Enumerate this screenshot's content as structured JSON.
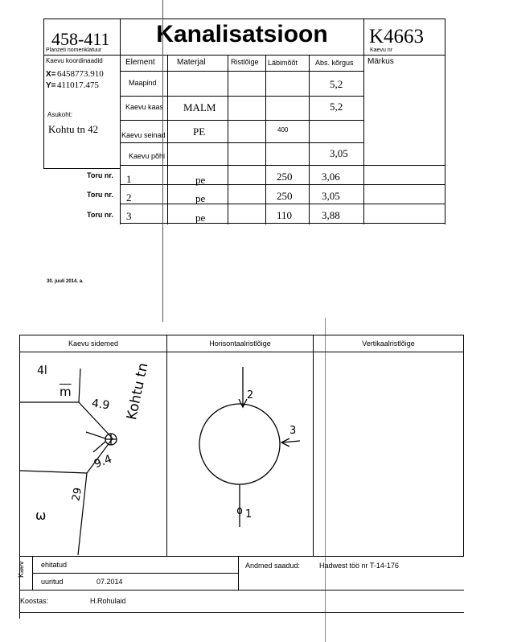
{
  "header": {
    "nomenclature_number": "458-411",
    "nomenclature_label": "Planzeti nomenklatuur",
    "title": "Kanalisatsioon",
    "well_number": "K4663",
    "well_number_label": "Kaevu nr"
  },
  "left_panel": {
    "coord_label": "Kaevu koordinaadid",
    "x_label": "X=",
    "x_value": "6458773.910",
    "y_label": "Y=",
    "y_value": "411017.475",
    "location_label": "Asukoht:",
    "location_value": "Kohtu tn 42"
  },
  "table": {
    "headers": [
      "Element",
      "Materjal",
      "Ristlõige",
      "Läbimõõt",
      "Abs. kõrgus"
    ],
    "remarks_header": "Märkus",
    "rows": [
      {
        "element": "Maapind",
        "material": "",
        "cross_section": "",
        "diameter": "",
        "abs_height": "5,2"
      },
      {
        "element": "Kaevu kaas",
        "material": "MALM",
        "cross_section": "",
        "diameter": "",
        "abs_height": "5,2"
      },
      {
        "element": "Kaevu seinad",
        "material": "PE",
        "cross_section": "",
        "diameter": "400",
        "abs_height": ""
      },
      {
        "element": "Kaevu põhi",
        "material": "",
        "cross_section": "",
        "diameter": "",
        "abs_height": "3,05"
      }
    ],
    "pipe_label": "Toru nr.",
    "pipes": [
      {
        "nr": "1",
        "material": "pe",
        "cross_section": "",
        "diameter": "250",
        "abs_height": "3,06"
      },
      {
        "nr": "2",
        "material": "pe",
        "cross_section": "",
        "diameter": "250",
        "abs_height": "3,05"
      },
      {
        "nr": "3",
        "material": "pe",
        "cross_section": "",
        "diameter": "110",
        "abs_height": "3,88"
      }
    ]
  },
  "date_note": "30. juuli 2014. a.",
  "sketch": {
    "panel_titles": [
      "Kaevu sidemed",
      "Horisontaalristlõige",
      "Vertikaalristlõige"
    ],
    "ties_labels": {
      "building_top": "4l",
      "floors_top": "m",
      "distance_1": "4.9",
      "distance_2": "9.4",
      "distance_3": "29",
      "building_bottom": "ω",
      "street": "Kohtu tn"
    },
    "horizontal_labels": {
      "pipe_1": "1",
      "pipe_2": "2",
      "pipe_3": "3"
    }
  },
  "footer": {
    "side_label": "Kaev",
    "built_label": "ehitatud",
    "built_value": "",
    "surveyed_label": "uuritud",
    "surveyed_value": "07.2014",
    "data_source_label": "Andmed saadud:",
    "data_source_value": "Hadwest töö nr T-14-176",
    "compiled_label": "Koostas:",
    "compiled_value": "H.Rohulaid"
  }
}
